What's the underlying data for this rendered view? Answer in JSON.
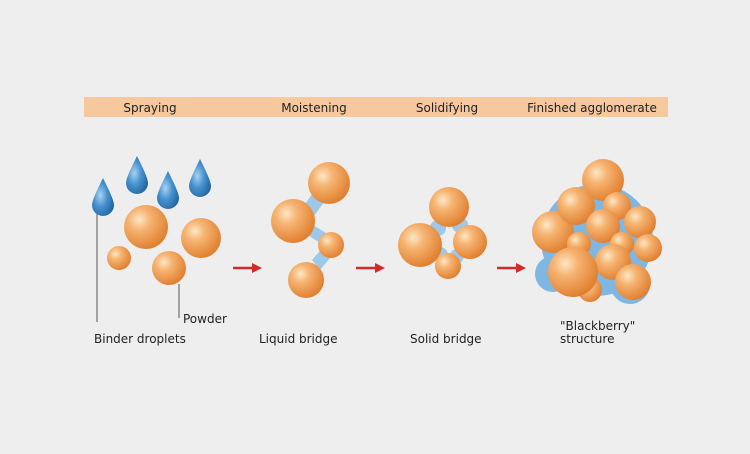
{
  "header": {
    "steps": [
      "Spraying",
      "Moistening",
      "Solidifying",
      "Finished agglomerate"
    ]
  },
  "labels": {
    "binder_droplets": "Binder droplets",
    "powder": "Powder",
    "liquid_bridge": "Liquid bridge",
    "solid_bridge": "Solid bridge",
    "blackberry_line1": "\"Blackberry\"",
    "blackberry_line2": "structure"
  },
  "colors": {
    "background": "#eeeeee",
    "header_band": "#f5c89e",
    "particle": "#f0a15a",
    "droplet": "#3f8cc8",
    "bridge": "#9dc8e8",
    "arrow": "#d42a2a"
  },
  "icons": {
    "droplet": "water-drop-icon",
    "arrow": "right-arrow-icon"
  }
}
